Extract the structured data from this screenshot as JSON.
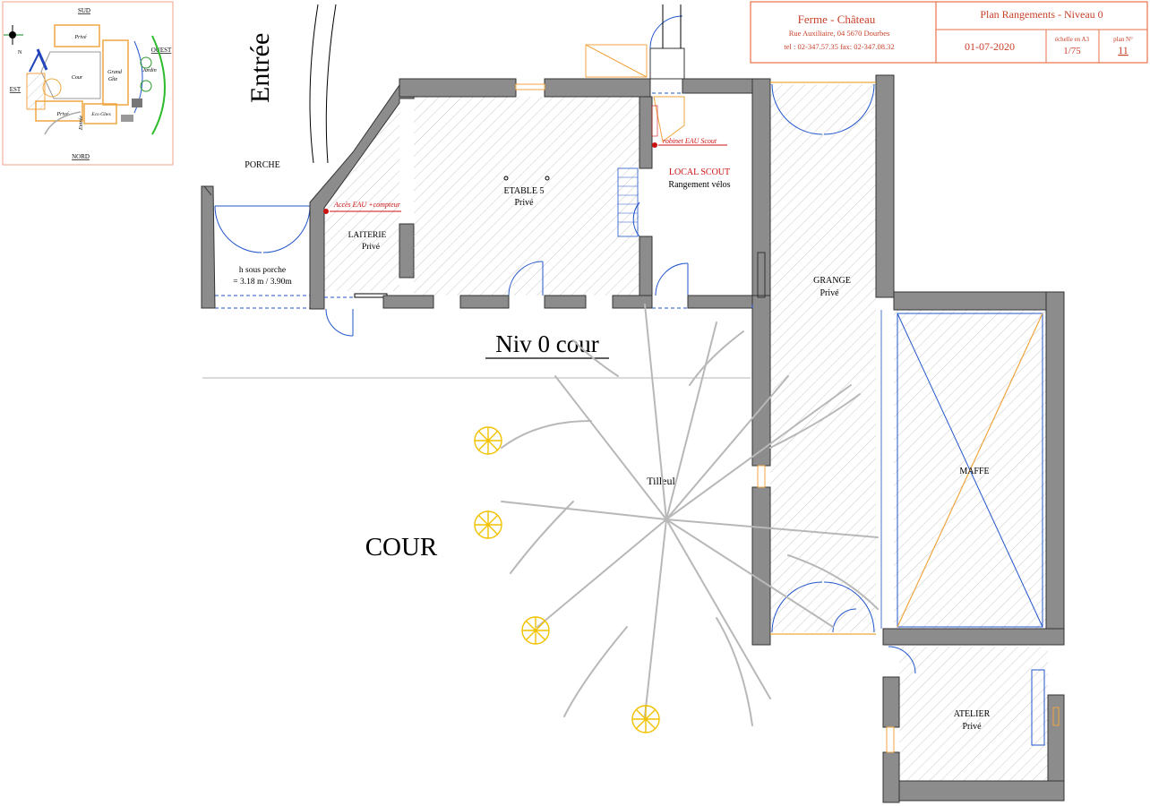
{
  "header": {
    "company": "Ferme - Château",
    "address": "Rue Auxiliaire, 04     5670 Dourbes",
    "phone": "tel : 02-347.57.35 fax: 02-347.08.32",
    "plan_title": "Plan Rangements - Niveau 0",
    "date": "01-07-2020",
    "scale_label": "échelle en A3",
    "scale": "1/75",
    "plan_no_label": "plan N°",
    "plan_no": "11"
  },
  "minimap": {
    "sud": "SUD",
    "nord": "NORD",
    "est": "EST",
    "ouest": "OUEST",
    "north": "N",
    "prive_top": "Privé",
    "cour": "Cour",
    "grand_gite_1": "Grand",
    "grand_gite_2": "Gîte",
    "jardin": "Jardin",
    "prive_bottom": "Privé",
    "eco_gites": "Eco Gîtes",
    "entree": "Entrée"
  },
  "labels": {
    "entree": "Entrée",
    "porche": "PORCHE",
    "porche_height_1": "h sous porche",
    "porche_height_2": "= 3.18 m / 3.90m",
    "laiterie": "LAITERIE",
    "laiterie_prive": "Privé",
    "acces_eau": "Accès EAU +compteur",
    "etable": "ETABLE 5",
    "etable_prive": "Privé",
    "robinet": "robinet EAU Scout",
    "local_scout": "LOCAL SCOUT",
    "rangement_velos": "Rangement vélos",
    "grange": "GRANGE",
    "grange_prive": "Privé",
    "niv0": "Niv 0 cour",
    "tilleul": "Tilleul",
    "cour": "COUR",
    "maffe": "MAFFE",
    "atelier": "ATELIER",
    "atelier_prive": "Privé"
  },
  "colors": {
    "header_border": "#e8724a",
    "header_text": "#c8402a",
    "wall": "#8c8c8c",
    "door": "#2255cc",
    "water": "#cc1111",
    "orange": "#f0a640",
    "sun": "#f2c200",
    "tree": "#b8b8b8"
  }
}
